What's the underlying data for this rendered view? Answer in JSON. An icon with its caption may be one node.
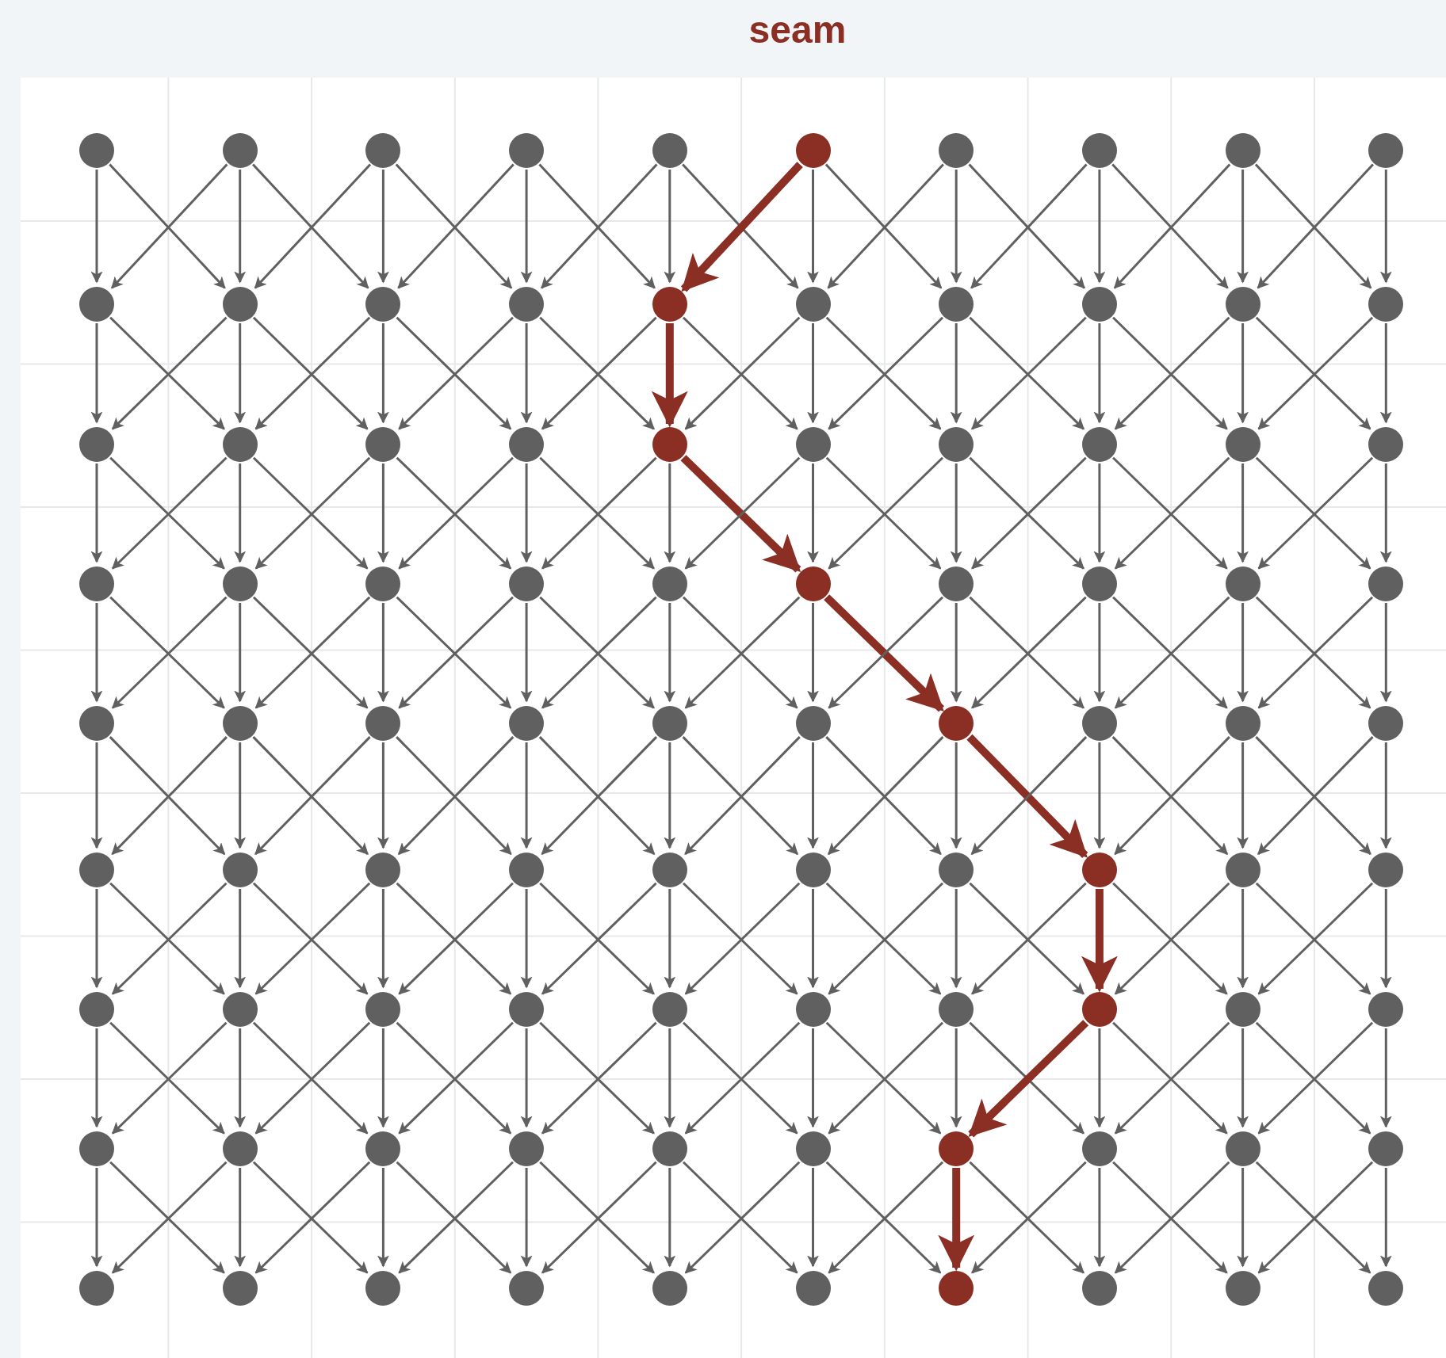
{
  "diagram": {
    "title": "seam",
    "nodes": [
      {
        "text": [],
        "shape": "circle"
      },
      {
        "text": [],
        "shape": "circle"
      },
      {
        "text": [],
        "shape": "circle"
      },
      {
        "text": [],
        "shape": "circle"
      },
      {
        "text": [],
        "shape": "circle"
      },
      {
        "text": [],
        "shape": "circle"
      },
      {
        "text": [],
        "shape": "circle"
      },
      {
        "text": [],
        "shape": "circle"
      },
      {
        "text": [],
        "shape": "circle"
      },
      {
        "text": [],
        "shape": "circle"
      },
      {
        "text": [],
        "shape": "circle"
      },
      {
        "text": [],
        "shape": "circle"
      },
      {
        "text": [],
        "shape": "circle"
      },
      {
        "text": [],
        "shape": "circle"
      },
      {
        "text": [],
        "shape": "circle"
      },
      {
        "text": [],
        "shape": "circle"
      },
      {
        "text": [],
        "shape": "circle"
      },
      {
        "text": [],
        "shape": "circle"
      },
      {
        "text": [],
        "shape": "circle"
      },
      {
        "text": [],
        "shape": "circle"
      },
      {
        "text": [],
        "shape": "circle"
      },
      {
        "text": [],
        "shape": "circle"
      },
      {
        "text": [],
        "shape": "circle"
      },
      {
        "text": [],
        "shape": "circle"
      },
      {
        "text": [],
        "shape": "circle"
      },
      {
        "text": [],
        "shape": "circle"
      },
      {
        "text": [],
        "shape": "circle"
      },
      {
        "text": [],
        "shape": "circle"
      },
      {
        "text": [],
        "shape": "circle"
      },
      {
        "text": [],
        "shape": "circle"
      },
      {
        "text": [],
        "shape": "circle"
      },
      {
        "text": [],
        "shape": "circle"
      },
      {
        "text": [],
        "shape": "circle"
      },
      {
        "text": [],
        "shape": "circle"
      },
      {
        "text": [],
        "shape": "circle"
      },
      {
        "text": [],
        "shape": "circle"
      },
      {
        "text": [],
        "shape": "circle"
      },
      {
        "text": [],
        "shape": "circle"
      },
      {
        "text": [],
        "shape": "circle"
      },
      {
        "text": [],
        "shape": "circle"
      },
      {
        "text": [],
        "shape": "circle"
      },
      {
        "text": [],
        "shape": "circle"
      },
      {
        "text": [],
        "shape": "circle"
      },
      {
        "text": [],
        "shape": "circle"
      },
      {
        "text": [],
        "shape": "circle"
      },
      {
        "text": [],
        "shape": "circle"
      },
      {
        "text": [],
        "shape": "circle"
      },
      {
        "text": [],
        "shape": "circle"
      },
      {
        "text": [],
        "shape": "circle"
      },
      {
        "text": [],
        "shape": "circle"
      },
      {
        "text": [],
        "shape": "circle"
      },
      {
        "text": [],
        "shape": "circle"
      },
      {
        "text": [],
        "shape": "circle"
      },
      {
        "text": [],
        "shape": "circle"
      },
      {
        "text": [],
        "shape": "circle"
      },
      {
        "text": [],
        "shape": "circle"
      },
      {
        "text": [],
        "shape": "circle"
      },
      {
        "text": [],
        "shape": "circle"
      },
      {
        "text": [],
        "shape": "circle"
      },
      {
        "text": [],
        "shape": "circle"
      },
      {
        "text": [],
        "shape": "circle"
      },
      {
        "text": [],
        "shape": "circle"
      },
      {
        "text": [],
        "shape": "circle"
      },
      {
        "text": [],
        "shape": "circle"
      },
      {
        "text": [],
        "shape": "circle"
      },
      {
        "text": [],
        "shape": "circle"
      },
      {
        "text": [],
        "shape": "circle"
      },
      {
        "text": [],
        "shape": "circle"
      },
      {
        "text": [],
        "shape": "circle"
      },
      {
        "text": [],
        "shape": "circle"
      },
      {
        "text": [],
        "shape": "circle"
      },
      {
        "text": [],
        "shape": "circle"
      },
      {
        "text": [],
        "shape": "circle"
      },
      {
        "text": [],
        "shape": "circle"
      },
      {
        "text": [],
        "shape": "circle"
      },
      {
        "text": [],
        "shape": "circle"
      },
      {
        "text": [],
        "shape": "circle"
      },
      {
        "text": [],
        "shape": "circle"
      },
      {
        "text": [],
        "shape": "circle"
      },
      {
        "text": [],
        "shape": "circle"
      },
      {
        "text": [],
        "shape": "circle"
      },
      {
        "text": [],
        "shape": "circle"
      },
      {
        "text": [],
        "shape": "circle"
      },
      {
        "text": [],
        "shape": "circle"
      },
      {
        "text": [],
        "shape": "circle"
      },
      {
        "text": [],
        "shape": "circle"
      },
      {
        "text": [],
        "shape": "circle"
      },
      {
        "text": [],
        "shape": "circle"
      },
      {
        "text": [],
        "shape": "circle"
      },
      {
        "text": [],
        "shape": "circle"
      }
    ],
    "edges": [
      {
        "from": 0,
        "to": 10,
        "arrow": "to"
      },
      {
        "from": 0,
        "to": 11,
        "arrow": "to"
      },
      {
        "from": 1,
        "to": 10,
        "arrow": "to"
      },
      {
        "from": 1,
        "to": 11,
        "arrow": "to"
      },
      {
        "from": 1,
        "to": 12,
        "arrow": "to"
      },
      {
        "from": 2,
        "to": 11,
        "arrow": "to"
      },
      {
        "from": 2,
        "to": 12,
        "arrow": "to"
      },
      {
        "from": 2,
        "to": 13,
        "arrow": "to"
      },
      {
        "from": 3,
        "to": 12,
        "arrow": "to"
      },
      {
        "from": 3,
        "to": 13,
        "arrow": "to"
      },
      {
        "from": 3,
        "to": 14,
        "arrow": "to"
      },
      {
        "from": 4,
        "to": 13,
        "arrow": "to"
      },
      {
        "from": 4,
        "to": 14,
        "arrow": "to"
      },
      {
        "from": 4,
        "to": 15,
        "arrow": "to"
      },
      {
        "from": 5,
        "to": 14,
        "arrow": "to",
        "style": "thick",
        "color": "#8b2e24"
      },
      {
        "from": 5,
        "to": 15,
        "arrow": "to"
      },
      {
        "from": 5,
        "to": 16,
        "arrow": "to"
      },
      {
        "from": 6,
        "to": 15,
        "arrow": "to"
      },
      {
        "from": 6,
        "to": 16,
        "arrow": "to"
      },
      {
        "from": 6,
        "to": 17,
        "arrow": "to"
      },
      {
        "from": 7,
        "to": 16,
        "arrow": "to"
      },
      {
        "from": 7,
        "to": 17,
        "arrow": "to"
      },
      {
        "from": 7,
        "to": 18,
        "arrow": "to"
      },
      {
        "from": 8,
        "to": 17,
        "arrow": "to"
      },
      {
        "from": 8,
        "to": 18,
        "arrow": "to"
      },
      {
        "from": 8,
        "to": 19,
        "arrow": "to"
      },
      {
        "from": 9,
        "to": 18,
        "arrow": "to"
      },
      {
        "from": 9,
        "to": 19,
        "arrow": "to"
      },
      {
        "from": 10,
        "to": 20,
        "arrow": "to"
      },
      {
        "from": 10,
        "to": 21,
        "arrow": "to"
      },
      {
        "from": 11,
        "to": 20,
        "arrow": "to"
      },
      {
        "from": 11,
        "to": 21,
        "arrow": "to"
      },
      {
        "from": 11,
        "to": 22,
        "arrow": "to"
      },
      {
        "from": 12,
        "to": 21,
        "arrow": "to"
      },
      {
        "from": 12,
        "to": 22,
        "arrow": "to"
      },
      {
        "from": 12,
        "to": 23,
        "arrow": "to"
      },
      {
        "from": 13,
        "to": 22,
        "arrow": "to"
      },
      {
        "from": 13,
        "to": 23,
        "arrow": "to"
      },
      {
        "from": 13,
        "to": 24,
        "arrow": "to"
      },
      {
        "from": 14,
        "to": 23,
        "arrow": "to"
      },
      {
        "from": 14,
        "to": 24,
        "arrow": "to",
        "style": "thick",
        "color": "#8b2e24"
      },
      {
        "from": 14,
        "to": 25,
        "arrow": "to"
      },
      {
        "from": 15,
        "to": 24,
        "arrow": "to"
      },
      {
        "from": 15,
        "to": 25,
        "arrow": "to"
      },
      {
        "from": 15,
        "to": 26,
        "arrow": "to"
      },
      {
        "from": 16,
        "to": 25,
        "arrow": "to"
      },
      {
        "from": 16,
        "to": 26,
        "arrow": "to"
      },
      {
        "from": 16,
        "to": 27,
        "arrow": "to"
      },
      {
        "from": 17,
        "to": 26,
        "arrow": "to"
      },
      {
        "from": 17,
        "to": 27,
        "arrow": "to"
      },
      {
        "from": 17,
        "to": 28,
        "arrow": "to"
      },
      {
        "from": 18,
        "to": 27,
        "arrow": "to"
      },
      {
        "from": 18,
        "to": 28,
        "arrow": "to"
      },
      {
        "from": 18,
        "to": 29,
        "arrow": "to"
      },
      {
        "from": 19,
        "to": 28,
        "arrow": "to"
      },
      {
        "from": 19,
        "to": 29,
        "arrow": "to"
      },
      {
        "from": 20,
        "to": 30,
        "arrow": "to"
      },
      {
        "from": 20,
        "to": 31,
        "arrow": "to"
      },
      {
        "from": 21,
        "to": 30,
        "arrow": "to"
      },
      {
        "from": 21,
        "to": 31,
        "arrow": "to"
      },
      {
        "from": 21,
        "to": 32,
        "arrow": "to"
      },
      {
        "from": 22,
        "to": 31,
        "arrow": "to"
      },
      {
        "from": 22,
        "to": 32,
        "arrow": "to"
      },
      {
        "from": 22,
        "to": 33,
        "arrow": "to"
      },
      {
        "from": 23,
        "to": 32,
        "arrow": "to"
      },
      {
        "from": 23,
        "to": 33,
        "arrow": "to"
      },
      {
        "from": 23,
        "to": 34,
        "arrow": "to"
      },
      {
        "from": 24,
        "to": 33,
        "arrow": "to"
      },
      {
        "from": 24,
        "to": 34,
        "arrow": "to"
      },
      {
        "from": 24,
        "to": 35,
        "arrow": "to",
        "style": "thick",
        "color": "#8b2e24"
      },
      {
        "from": 25,
        "to": 34,
        "arrow": "to"
      },
      {
        "from": 25,
        "to": 35,
        "arrow": "to"
      },
      {
        "from": 25,
        "to": 36,
        "arrow": "to"
      },
      {
        "from": 26,
        "to": 35,
        "arrow": "to"
      },
      {
        "from": 26,
        "to": 36,
        "arrow": "to"
      },
      {
        "from": 26,
        "to": 37,
        "arrow": "to"
      },
      {
        "from": 27,
        "to": 36,
        "arrow": "to"
      },
      {
        "from": 27,
        "to": 37,
        "arrow": "to"
      },
      {
        "from": 27,
        "to": 38,
        "arrow": "to"
      },
      {
        "from": 28,
        "to": 37,
        "arrow": "to"
      },
      {
        "from": 28,
        "to": 38,
        "arrow": "to"
      },
      {
        "from": 28,
        "to": 39,
        "arrow": "to"
      },
      {
        "from": 29,
        "to": 38,
        "arrow": "to"
      },
      {
        "from": 29,
        "to": 39,
        "arrow": "to"
      },
      {
        "from": 30,
        "to": 40,
        "arrow": "to"
      },
      {
        "from": 30,
        "to": 41,
        "arrow": "to"
      },
      {
        "from": 31,
        "to": 40,
        "arrow": "to"
      },
      {
        "from": 31,
        "to": 41,
        "arrow": "to"
      },
      {
        "from": 31,
        "to": 42,
        "arrow": "to"
      },
      {
        "from": 32,
        "to": 41,
        "arrow": "to"
      },
      {
        "from": 32,
        "to": 42,
        "arrow": "to"
      },
      {
        "from": 32,
        "to": 43,
        "arrow": "to"
      },
      {
        "from": 33,
        "to": 42,
        "arrow": "to"
      },
      {
        "from": 33,
        "to": 43,
        "arrow": "to"
      },
      {
        "from": 33,
        "to": 44,
        "arrow": "to"
      },
      {
        "from": 34,
        "to": 43,
        "arrow": "to"
      },
      {
        "from": 34,
        "to": 44,
        "arrow": "to"
      },
      {
        "from": 34,
        "to": 45,
        "arrow": "to"
      },
      {
        "from": 35,
        "to": 44,
        "arrow": "to"
      },
      {
        "from": 35,
        "to": 45,
        "arrow": "to"
      },
      {
        "from": 35,
        "to": 46,
        "arrow": "to",
        "style": "thick",
        "color": "#8b2e24"
      },
      {
        "from": 36,
        "to": 45,
        "arrow": "to"
      },
      {
        "from": 36,
        "to": 46,
        "arrow": "to"
      },
      {
        "from": 36,
        "to": 47,
        "arrow": "to"
      },
      {
        "from": 37,
        "to": 46,
        "arrow": "to"
      },
      {
        "from": 37,
        "to": 47,
        "arrow": "to"
      },
      {
        "from": 37,
        "to": 48,
        "arrow": "to"
      },
      {
        "from": 38,
        "to": 47,
        "arrow": "to"
      },
      {
        "from": 38,
        "to": 48,
        "arrow": "to"
      },
      {
        "from": 38,
        "to": 49,
        "arrow": "to"
      },
      {
        "from": 39,
        "to": 48,
        "arrow": "to"
      },
      {
        "from": 39,
        "to": 49,
        "arrow": "to"
      },
      {
        "from": 40,
        "to": 50,
        "arrow": "to"
      },
      {
        "from": 40,
        "to": 51,
        "arrow": "to"
      },
      {
        "from": 41,
        "to": 50,
        "arrow": "to"
      },
      {
        "from": 41,
        "to": 51,
        "arrow": "to"
      },
      {
        "from": 41,
        "to": 52,
        "arrow": "to"
      },
      {
        "from": 42,
        "to": 51,
        "arrow": "to"
      },
      {
        "from": 42,
        "to": 52,
        "arrow": "to"
      },
      {
        "from": 42,
        "to": 53,
        "arrow": "to"
      },
      {
        "from": 43,
        "to": 52,
        "arrow": "to"
      },
      {
        "from": 43,
        "to": 53,
        "arrow": "to"
      },
      {
        "from": 43,
        "to": 54,
        "arrow": "to"
      },
      {
        "from": 44,
        "to": 53,
        "arrow": "to"
      },
      {
        "from": 44,
        "to": 54,
        "arrow": "to"
      },
      {
        "from": 44,
        "to": 55,
        "arrow": "to"
      },
      {
        "from": 45,
        "to": 54,
        "arrow": "to"
      },
      {
        "from": 45,
        "to": 55,
        "arrow": "to"
      },
      {
        "from": 45,
        "to": 56,
        "arrow": "to"
      },
      {
        "from": 46,
        "to": 55,
        "arrow": "to"
      },
      {
        "from": 46,
        "to": 56,
        "arrow": "to"
      },
      {
        "from": 46,
        "to": 57,
        "arrow": "to",
        "style": "thick",
        "color": "#8b2e24"
      },
      {
        "from": 47,
        "to": 56,
        "arrow": "to"
      },
      {
        "from": 47,
        "to": 57,
        "arrow": "to"
      },
      {
        "from": 47,
        "to": 58,
        "arrow": "to"
      },
      {
        "from": 48,
        "to": 57,
        "arrow": "to"
      },
      {
        "from": 48,
        "to": 58,
        "arrow": "to"
      },
      {
        "from": 48,
        "to": 59,
        "arrow": "to"
      },
      {
        "from": 49,
        "to": 58,
        "arrow": "to"
      },
      {
        "from": 49,
        "to": 59,
        "arrow": "to"
      },
      {
        "from": 50,
        "to": 60,
        "arrow": "to"
      },
      {
        "from": 50,
        "to": 61,
        "arrow": "to"
      },
      {
        "from": 51,
        "to": 60,
        "arrow": "to"
      },
      {
        "from": 51,
        "to": 61,
        "arrow": "to"
      },
      {
        "from": 51,
        "to": 62,
        "arrow": "to"
      },
      {
        "from": 52,
        "to": 61,
        "arrow": "to"
      },
      {
        "from": 52,
        "to": 62,
        "arrow": "to"
      },
      {
        "from": 52,
        "to": 63,
        "arrow": "to"
      },
      {
        "from": 53,
        "to": 62,
        "arrow": "to"
      },
      {
        "from": 53,
        "to": 63,
        "arrow": "to"
      },
      {
        "from": 53,
        "to": 64,
        "arrow": "to"
      },
      {
        "from": 54,
        "to": 63,
        "arrow": "to"
      },
      {
        "from": 54,
        "to": 64,
        "arrow": "to"
      },
      {
        "from": 54,
        "to": 65,
        "arrow": "to"
      },
      {
        "from": 55,
        "to": 64,
        "arrow": "to"
      },
      {
        "from": 55,
        "to": 65,
        "arrow": "to"
      },
      {
        "from": 55,
        "to": 66,
        "arrow": "to"
      },
      {
        "from": 56,
        "to": 65,
        "arrow": "to"
      },
      {
        "from": 56,
        "to": 66,
        "arrow": "to"
      },
      {
        "from": 56,
        "to": 67,
        "arrow": "to"
      },
      {
        "from": 57,
        "to": 66,
        "arrow": "to"
      },
      {
        "from": 57,
        "to": 67,
        "arrow": "to",
        "style": "thick",
        "color": "#8b2e24"
      },
      {
        "from": 57,
        "to": 68,
        "arrow": "to"
      },
      {
        "from": 58,
        "to": 67,
        "arrow": "to"
      },
      {
        "from": 58,
        "to": 68,
        "arrow": "to"
      },
      {
        "from": 58,
        "to": 69,
        "arrow": "to"
      },
      {
        "from": 59,
        "to": 68,
        "arrow": "to"
      },
      {
        "from": 59,
        "to": 69,
        "arrow": "to"
      },
      {
        "from": 60,
        "to": 70,
        "arrow": "to"
      },
      {
        "from": 60,
        "to": 71,
        "arrow": "to"
      },
      {
        "from": 61,
        "to": 70,
        "arrow": "to"
      },
      {
        "from": 61,
        "to": 71,
        "arrow": "to"
      },
      {
        "from": 61,
        "to": 72,
        "arrow": "to"
      },
      {
        "from": 62,
        "to": 71,
        "arrow": "to"
      },
      {
        "from": 62,
        "to": 72,
        "arrow": "to"
      },
      {
        "from": 62,
        "to": 73,
        "arrow": "to"
      },
      {
        "from": 63,
        "to": 72,
        "arrow": "to"
      },
      {
        "from": 63,
        "to": 73,
        "arrow": "to"
      },
      {
        "from": 63,
        "to": 74,
        "arrow": "to"
      },
      {
        "from": 64,
        "to": 73,
        "arrow": "to"
      },
      {
        "from": 64,
        "to": 74,
        "arrow": "to"
      },
      {
        "from": 64,
        "to": 75,
        "arrow": "to"
      },
      {
        "from": 65,
        "to": 74,
        "arrow": "to"
      },
      {
        "from": 65,
        "to": 75,
        "arrow": "to"
      },
      {
        "from": 65,
        "to": 76,
        "arrow": "to"
      },
      {
        "from": 66,
        "to": 75,
        "arrow": "to"
      },
      {
        "from": 66,
        "to": 76,
        "arrow": "to"
      },
      {
        "from": 66,
        "to": 77,
        "arrow": "to"
      },
      {
        "from": 67,
        "to": 76,
        "arrow": "to",
        "style": "thick",
        "color": "#8b2e24"
      },
      {
        "from": 67,
        "to": 77,
        "arrow": "to"
      },
      {
        "from": 67,
        "to": 78,
        "arrow": "to"
      },
      {
        "from": 68,
        "to": 77,
        "arrow": "to"
      },
      {
        "from": 68,
        "to": 78,
        "arrow": "to"
      },
      {
        "from": 68,
        "to": 79,
        "arrow": "to"
      },
      {
        "from": 69,
        "to": 78,
        "arrow": "to"
      },
      {
        "from": 69,
        "to": 79,
        "arrow": "to"
      },
      {
        "from": 70,
        "to": 80,
        "arrow": "to"
      },
      {
        "from": 70,
        "to": 81,
        "arrow": "to"
      },
      {
        "from": 71,
        "to": 80,
        "arrow": "to"
      },
      {
        "from": 71,
        "to": 81,
        "arrow": "to"
      },
      {
        "from": 71,
        "to": 82,
        "arrow": "to"
      },
      {
        "from": 72,
        "to": 81,
        "arrow": "to"
      },
      {
        "from": 72,
        "to": 82,
        "arrow": "to"
      },
      {
        "from": 72,
        "to": 83,
        "arrow": "to"
      },
      {
        "from": 73,
        "to": 82,
        "arrow": "to"
      },
      {
        "from": 73,
        "to": 83,
        "arrow": "to"
      },
      {
        "from": 73,
        "to": 84,
        "arrow": "to"
      },
      {
        "from": 74,
        "to": 83,
        "arrow": "to"
      },
      {
        "from": 74,
        "to": 84,
        "arrow": "to"
      },
      {
        "from": 74,
        "to": 85,
        "arrow": "to"
      },
      {
        "from": 75,
        "to": 84,
        "arrow": "to"
      },
      {
        "from": 75,
        "to": 85,
        "arrow": "to"
      },
      {
        "from": 75,
        "to": 86,
        "arrow": "to"
      },
      {
        "from": 76,
        "to": 85,
        "arrow": "to"
      },
      {
        "from": 76,
        "to": 86,
        "arrow": "to",
        "style": "thick",
        "color": "#8b2e24"
      },
      {
        "from": 76,
        "to": 87,
        "arrow": "to"
      },
      {
        "from": 77,
        "to": 86,
        "arrow": "to"
      },
      {
        "from": 77,
        "to": 87,
        "arrow": "to"
      },
      {
        "from": 77,
        "to": 88,
        "arrow": "to"
      },
      {
        "from": 78,
        "to": 87,
        "arrow": "to"
      },
      {
        "from": 78,
        "to": 88,
        "arrow": "to"
      },
      {
        "from": 78,
        "to": 89,
        "arrow": "to"
      },
      {
        "from": 79,
        "to": 88,
        "arrow": "to"
      },
      {
        "from": 79,
        "to": 89,
        "arrow": "to"
      }
    ]
  }
}
